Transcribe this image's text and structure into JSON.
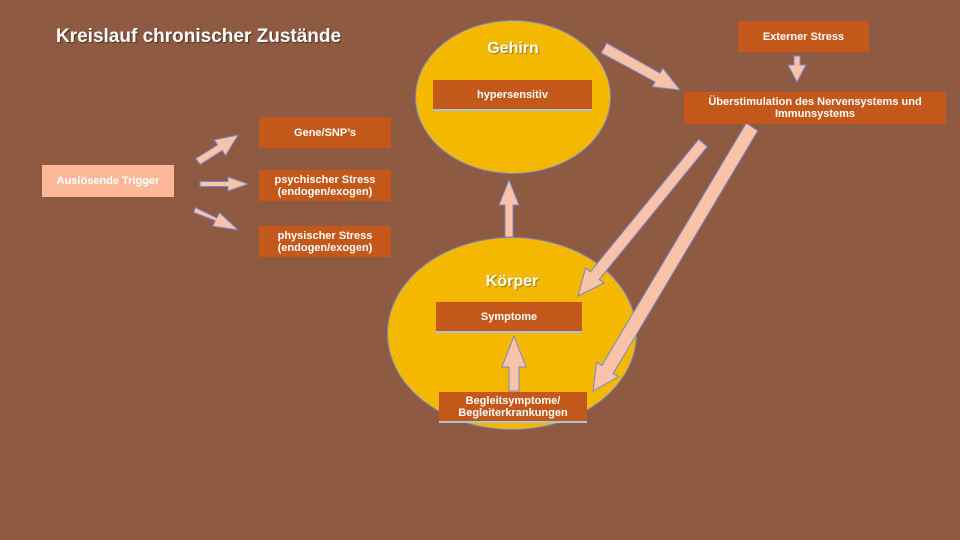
{
  "title": "Kreislauf chronischer Zustände",
  "brain": {
    "label": "Gehirn",
    "box": "hypersensitiv"
  },
  "body": {
    "label": "Körper",
    "symptoms": "Symptome",
    "comorbid_line1": "Begleitsymptome/",
    "comorbid_line2": "Begleiterkrankungen"
  },
  "triggers": {
    "label": "Auslösende Trigger",
    "genes": "Gene/SNP’s",
    "psych_line1": "psychischer Stress",
    "psych_line2": "(endogen/exogen)",
    "phys_line1": "physischer Stress",
    "phys_line2": "(endogen/exogen)"
  },
  "external_stress": "Externer Stress",
  "overstim_line1": "Überstimulation des Nervensystems und",
  "overstim_line2": "Immunsystems",
  "colors": {
    "background": "#8E5A42",
    "ellipse": "#F5B800",
    "box": "#C4581A",
    "trigger_box": "#FDB89A",
    "arrow_fill": "#F8C3A8",
    "arrow_outline": "#7A86C8"
  }
}
